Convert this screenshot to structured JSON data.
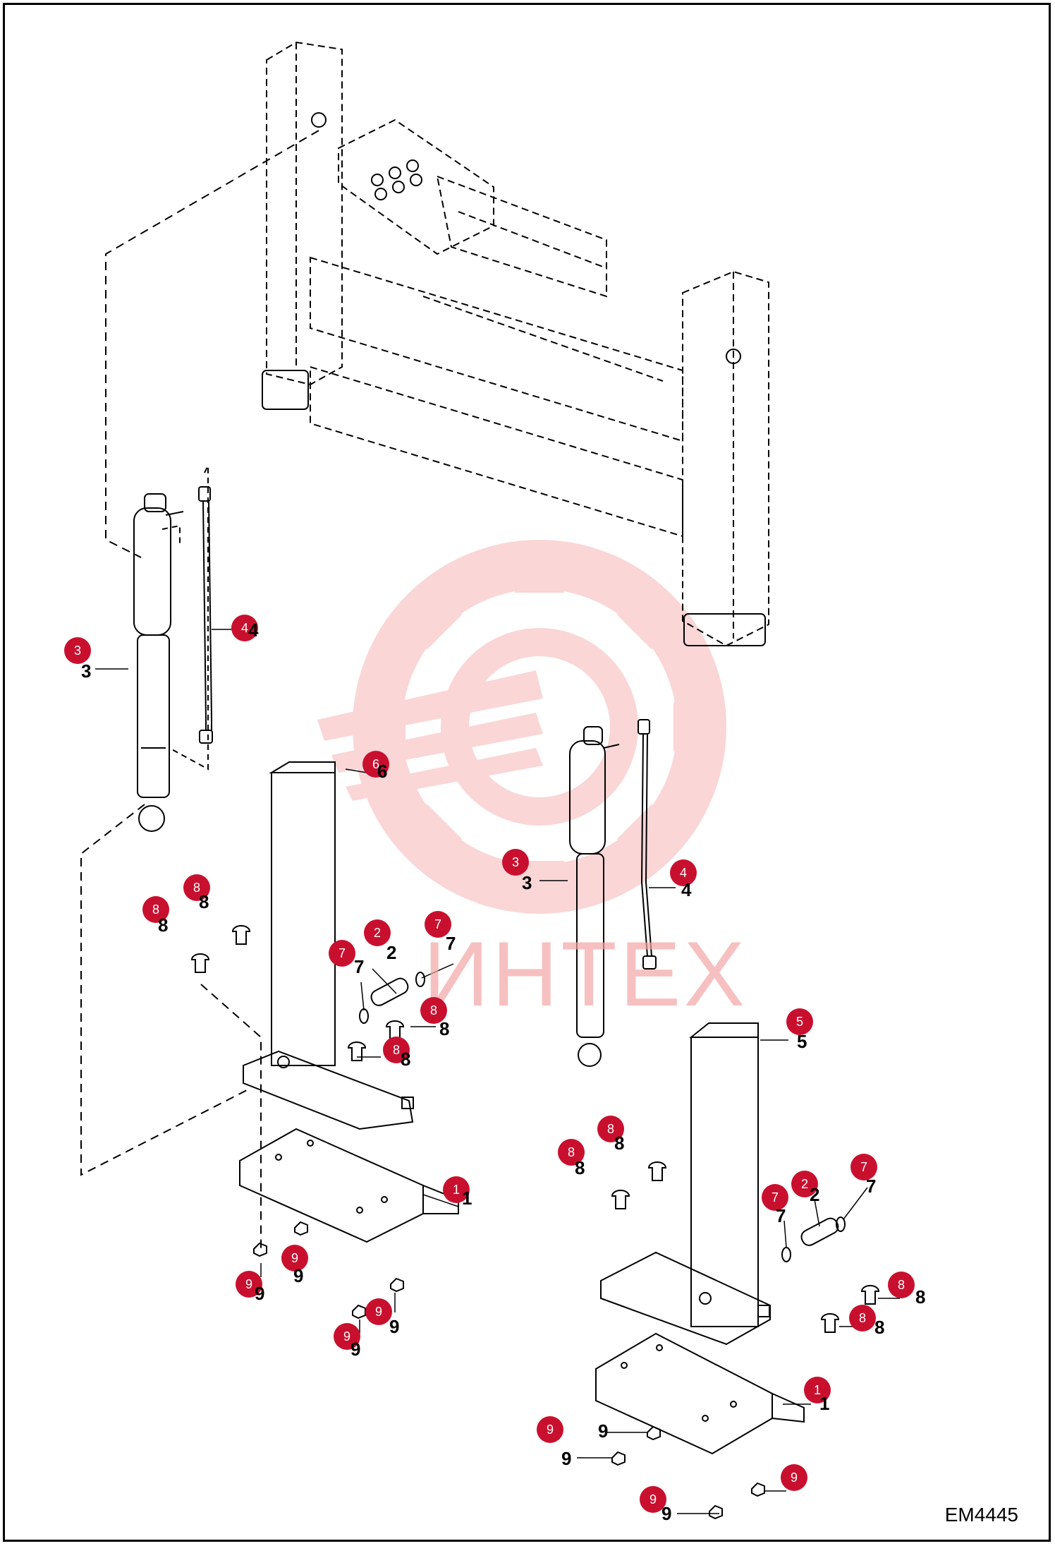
{
  "drawing_code": "EM4445",
  "watermark": {
    "text": "ИНТЕХ",
    "color": "#f4a6a6"
  },
  "callout_color": "#c8102e",
  "callouts": [
    {
      "id": "c3a",
      "label": "3"
    },
    {
      "id": "c4a",
      "label": "4"
    },
    {
      "id": "c6",
      "label": "6"
    },
    {
      "id": "c8a",
      "label": "8"
    },
    {
      "id": "c8b",
      "label": "8"
    },
    {
      "id": "c2a",
      "label": "2"
    },
    {
      "id": "c7a",
      "label": "7"
    },
    {
      "id": "c7b",
      "label": "7"
    },
    {
      "id": "c8c",
      "label": "8"
    },
    {
      "id": "c8d",
      "label": "8"
    },
    {
      "id": "c1a",
      "label": "1"
    },
    {
      "id": "c9a",
      "label": "9"
    },
    {
      "id": "c9b",
      "label": "9"
    },
    {
      "id": "c9c",
      "label": "9"
    },
    {
      "id": "c9d",
      "label": "9"
    },
    {
      "id": "c3b",
      "label": "3"
    },
    {
      "id": "c4b",
      "label": "4"
    },
    {
      "id": "c5",
      "label": "5"
    },
    {
      "id": "c8e",
      "label": "8"
    },
    {
      "id": "c8f",
      "label": "8"
    },
    {
      "id": "c7c",
      "label": "7"
    },
    {
      "id": "c2b",
      "label": "2"
    },
    {
      "id": "c7d",
      "label": "7"
    },
    {
      "id": "c8g",
      "label": "8"
    },
    {
      "id": "c8h",
      "label": "8"
    },
    {
      "id": "c1b",
      "label": "1"
    },
    {
      "id": "c9e",
      "label": "9"
    },
    {
      "id": "c9f",
      "label": "9"
    },
    {
      "id": "c9g",
      "label": "9"
    }
  ],
  "part_labels": [
    {
      "id": "p3a",
      "text": "3"
    },
    {
      "id": "p4a",
      "text": "4"
    },
    {
      "id": "p6",
      "text": "6"
    },
    {
      "id": "p8a",
      "text": "8"
    },
    {
      "id": "p8b",
      "text": "8"
    },
    {
      "id": "p7a",
      "text": "7"
    },
    {
      "id": "p2a",
      "text": "2"
    },
    {
      "id": "p7b",
      "text": "7"
    },
    {
      "id": "p8c",
      "text": "8"
    },
    {
      "id": "p8d",
      "text": "8"
    },
    {
      "id": "p1a",
      "text": "1"
    },
    {
      "id": "p9a",
      "text": "9"
    },
    {
      "id": "p9b",
      "text": "9"
    },
    {
      "id": "p9c",
      "text": "9"
    },
    {
      "id": "p9d",
      "text": "9"
    },
    {
      "id": "p3b",
      "text": "3"
    },
    {
      "id": "p4b",
      "text": "4"
    },
    {
      "id": "p5",
      "text": "5"
    },
    {
      "id": "p8e",
      "text": "8"
    },
    {
      "id": "p8f",
      "text": "8"
    },
    {
      "id": "p7c",
      "text": "7"
    },
    {
      "id": "p2b",
      "text": "2"
    },
    {
      "id": "p7d",
      "text": "7"
    },
    {
      "id": "p8g",
      "text": "8"
    },
    {
      "id": "p8h",
      "text": "8"
    },
    {
      "id": "p1b",
      "text": "1"
    },
    {
      "id": "p9e",
      "text": "9"
    },
    {
      "id": "p9f",
      "text": "9"
    },
    {
      "id": "p9g",
      "text": "9"
    }
  ]
}
